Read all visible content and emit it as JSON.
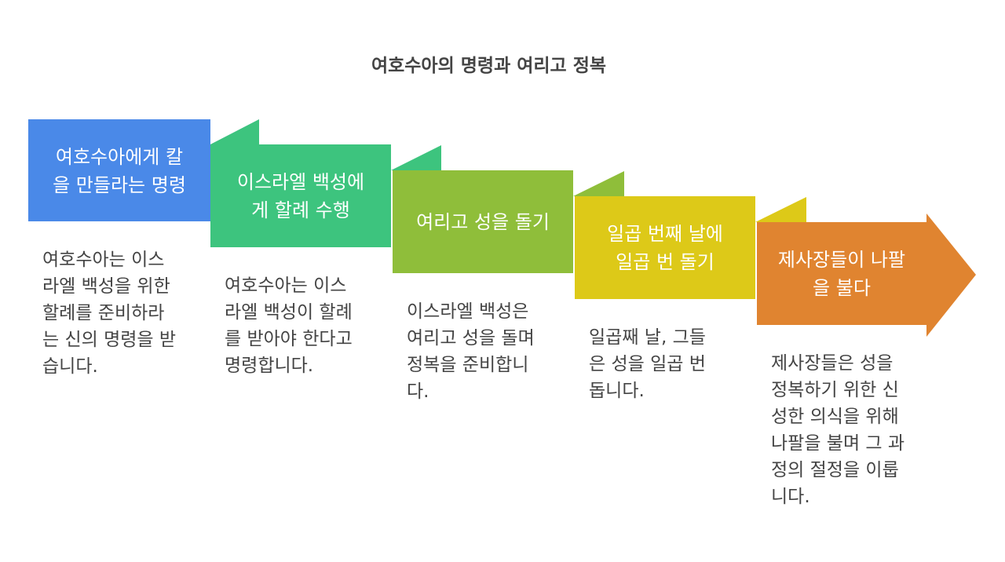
{
  "title": "여호수아의 명령과 여리고 정복",
  "colors": {
    "step1": "#4A89E8",
    "step2": "#3DC47E",
    "step3": "#8FBE3A",
    "step4": "#DDC918",
    "step5": "#E08430",
    "text": "#444444"
  },
  "steps": [
    {
      "label_lines": [
        "여호수아에게 칼",
        "을 만들라는 명령"
      ],
      "desc_lines": [
        "여호수아는 이스",
        "라엘 백성을 위한",
        "할례를 준비하라",
        "는 신의 명령을 받",
        "습니다."
      ]
    },
    {
      "label_lines": [
        "이스라엘 백성에",
        "게 할례 수행"
      ],
      "desc_lines": [
        "여호수아는 이스",
        "라엘 백성이 할례",
        "를 받아야 한다고",
        "명령합니다."
      ]
    },
    {
      "label_lines": [
        "여리고 성을 돌기"
      ],
      "desc_lines": [
        "이스라엘 백성은",
        "여리고 성을 돌며",
        "정복을 준비합니",
        "다."
      ]
    },
    {
      "label_lines": [
        "일곱 번째 날에",
        "일곱 번 돌기"
      ],
      "desc_lines": [
        "일곱째 날, 그들",
        "은 성을 일곱 번",
        "돕니다."
      ]
    },
    {
      "label_lines": [
        "제사장들이 나팔",
        "을 불다"
      ],
      "desc_lines": [
        "제사장들은 성을",
        "정복하기 위한 신",
        "성한 의식을 위해",
        "나팔을 불며 그 과",
        "정의 절정을 이룹",
        "니다."
      ]
    }
  ]
}
